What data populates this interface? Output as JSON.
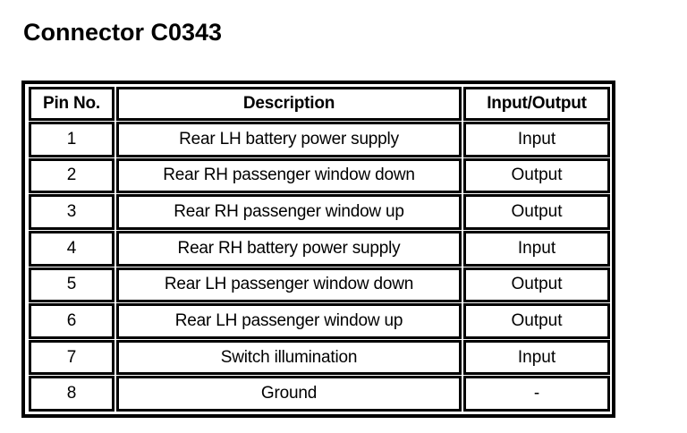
{
  "page": {
    "title": "Connector C0343"
  },
  "table": {
    "columns": [
      {
        "key": "pin",
        "label": "Pin No."
      },
      {
        "key": "desc",
        "label": "Description"
      },
      {
        "key": "io",
        "label": "Input/Output"
      }
    ],
    "rows": [
      {
        "pin": "1",
        "desc": "Rear LH battery power supply",
        "io": "Input"
      },
      {
        "pin": "2",
        "desc": "Rear RH passenger window down",
        "io": "Output"
      },
      {
        "pin": "3",
        "desc": "Rear RH passenger window up",
        "io": "Output"
      },
      {
        "pin": "4",
        "desc": "Rear RH battery power supply",
        "io": "Input"
      },
      {
        "pin": "5",
        "desc": "Rear LH passenger window down",
        "io": "Output"
      },
      {
        "pin": "6",
        "desc": "Rear LH passenger window up",
        "io": "Output"
      },
      {
        "pin": "7",
        "desc": "Switch illumination",
        "io": "Input"
      },
      {
        "pin": "8",
        "desc": "Ground",
        "io": "-"
      }
    ]
  },
  "colors": {
    "ink": "#000000",
    "paper": "#ffffff"
  }
}
